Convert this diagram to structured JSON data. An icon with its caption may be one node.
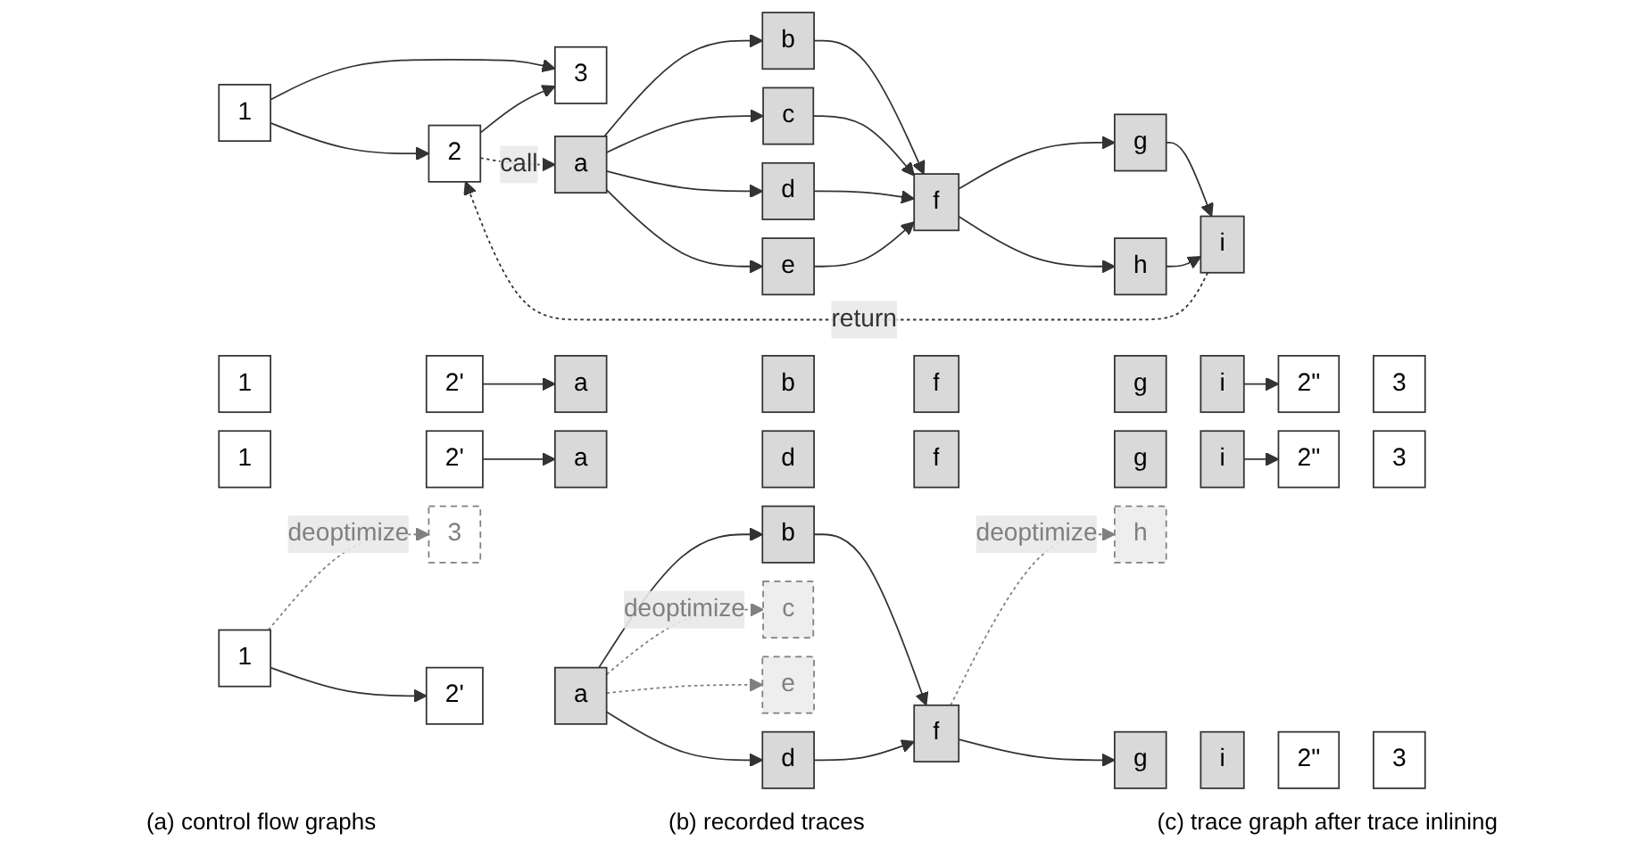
{
  "diagram": {
    "nodes": [
      {
        "text": [
          "1"
        ]
      },
      {
        "text": [
          "2"
        ]
      },
      {
        "text": [
          "3"
        ]
      },
      {
        "text": [
          "a"
        ]
      },
      {
        "text": [
          "b"
        ]
      },
      {
        "text": [
          "c"
        ]
      },
      {
        "text": [
          "d"
        ]
      },
      {
        "text": [
          "e"
        ]
      },
      {
        "text": [
          "f"
        ]
      },
      {
        "text": [
          "g"
        ]
      },
      {
        "text": [
          "h"
        ]
      },
      {
        "text": [
          "i"
        ]
      },
      {
        "text": [
          "1"
        ]
      },
      {
        "text": [
          "2'"
        ]
      },
      {
        "text": [
          "a"
        ]
      },
      {
        "text": [
          "b"
        ]
      },
      {
        "text": [
          "f"
        ]
      },
      {
        "text": [
          "g"
        ]
      },
      {
        "text": [
          "i"
        ]
      },
      {
        "text": [
          "2\""
        ]
      },
      {
        "text": [
          "3"
        ]
      },
      {
        "text": [
          "1"
        ]
      },
      {
        "text": [
          "2'"
        ]
      },
      {
        "text": [
          "a"
        ]
      },
      {
        "text": [
          "d"
        ]
      },
      {
        "text": [
          "f"
        ]
      },
      {
        "text": [
          "g"
        ]
      },
      {
        "text": [
          "i"
        ]
      },
      {
        "text": [
          "2\""
        ]
      },
      {
        "text": [
          "3"
        ]
      },
      {
        "text": [
          "1"
        ]
      },
      {
        "text": [
          "2'"
        ]
      },
      {
        "text": [
          "a"
        ]
      },
      {
        "text": [
          "b"
        ]
      },
      {
        "text": [
          "d"
        ]
      },
      {
        "text": [
          "f"
        ]
      },
      {
        "text": [
          "g"
        ]
      },
      {
        "text": [
          "i"
        ]
      },
      {
        "text": [
          "2\""
        ]
      },
      {
        "text": [
          "3"
        ]
      },
      {
        "text": [
          "3"
        ]
      },
      {
        "text": [
          "c"
        ]
      },
      {
        "text": [
          "e"
        ]
      },
      {
        "text": [
          "h"
        ]
      }
    ],
    "edges": [
      {
        "from": 0,
        "to": 1,
        "arrow": "to"
      },
      {
        "from": 0,
        "to": 2,
        "arrow": "to"
      },
      {
        "from": 1,
        "to": 2,
        "arrow": "to"
      },
      {
        "from": 1,
        "to": 3,
        "arrow": "to",
        "label": "call",
        "style": "dashed"
      },
      {
        "from": 11,
        "to": 1,
        "arrow": "to",
        "label": "return",
        "style": "dashed"
      },
      {
        "from": 3,
        "to": 4,
        "arrow": "to"
      },
      {
        "from": 3,
        "to": 5,
        "arrow": "to"
      },
      {
        "from": 3,
        "to": 6,
        "arrow": "to"
      },
      {
        "from": 3,
        "to": 7,
        "arrow": "to"
      },
      {
        "from": 4,
        "to": 8,
        "arrow": "to"
      },
      {
        "from": 5,
        "to": 8,
        "arrow": "to"
      },
      {
        "from": 6,
        "to": 8,
        "arrow": "to"
      },
      {
        "from": 7,
        "to": 8,
        "arrow": "to"
      },
      {
        "from": 8,
        "to": 9,
        "arrow": "to"
      },
      {
        "from": 8,
        "to": 10,
        "arrow": "to"
      },
      {
        "from": 9,
        "to": 11,
        "arrow": "to"
      },
      {
        "from": 10,
        "to": 11,
        "arrow": "to"
      },
      {
        "from": 13,
        "to": 14,
        "arrow": "to"
      },
      {
        "from": 18,
        "to": 19,
        "arrow": "to"
      },
      {
        "from": 22,
        "to": 23,
        "arrow": "to"
      },
      {
        "from": 27,
        "to": 28,
        "arrow": "to"
      },
      {
        "from": 30,
        "to": 31,
        "arrow": "to"
      },
      {
        "from": 32,
        "to": 33,
        "arrow": "to"
      },
      {
        "from": 32,
        "to": 34,
        "arrow": "to"
      },
      {
        "from": 33,
        "to": 35,
        "arrow": "to"
      },
      {
        "from": 34,
        "to": 35,
        "arrow": "to"
      },
      {
        "from": 35,
        "to": 36,
        "arrow": "to"
      },
      {
        "from": 30,
        "to": 40,
        "arrow": "to",
        "label": "deoptimize",
        "style": "dashed",
        "color": "#808080"
      },
      {
        "from": 32,
        "to": 41,
        "arrow": "to",
        "label": "deoptimize",
        "style": "dashed",
        "color": "#808080"
      },
      {
        "from": 32,
        "to": 42,
        "arrow": "to",
        "style": "dashed",
        "color": "#808080"
      },
      {
        "from": 35,
        "to": 43,
        "arrow": "to",
        "label": "deoptimize",
        "style": "dashed",
        "color": "#808080"
      }
    ],
    "labels": [
      "(a) control flow graphs",
      "(b) recorded traces",
      "(c) trace graph after trace inlining"
    ]
  }
}
